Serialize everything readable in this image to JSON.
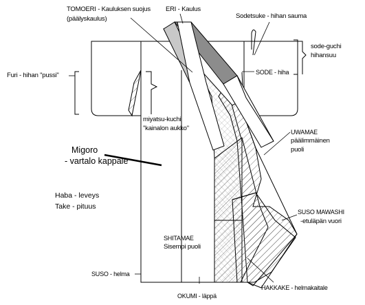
{
  "labels": {
    "tomoeri": "TOMOERI - Kauluksen suojus",
    "tomoeri_sub": "(päälyskaulus)",
    "eri": "ERI - Kaulus",
    "sodetsuke": "Sodetsuke - hihan sauma",
    "sode_guchi": "sode-guchi",
    "sode_guchi_sub": "hihansuu",
    "furi": "Furi - hihan \"pussi\"",
    "sode": "SODE - hiha",
    "miyatsu": "miyatsu-kuchi",
    "miyatsu_sub": "\"kainalon aukko\"",
    "uwamae": "UWAMAE",
    "uwamae_sub1": "päälimmäinen",
    "uwamae_sub2": "puoli",
    "migoro": "Migoro",
    "migoro_sub": "- vartalo kappale",
    "haba": "Haba - leveys",
    "take": "Take - pituus",
    "suso_mawashi": "SUSO MAWASHI",
    "suso_mawashi_sub": "-etuläpän vuori",
    "shitamae": "SHITAMAE",
    "shitamae_sub": "Sisempi puoli",
    "suso": "SUSO - helma",
    "hakkake": "HAKKAKE - helmakaitale",
    "okumi": "OKUMI - läppä"
  },
  "colors": {
    "line": "#000000",
    "collar_gray": "#c8c8c8",
    "collar_dark": "#8c8c8c",
    "hatch": "#555555",
    "background": "#ffffff"
  }
}
